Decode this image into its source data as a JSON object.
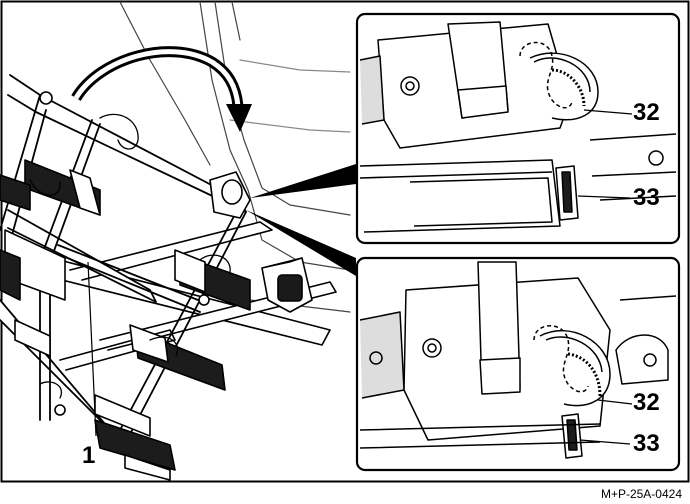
{
  "figure": {
    "callouts": {
      "main_part": "1",
      "top_inset_a": "32",
      "top_inset_b": "33",
      "bottom_inset_a": "32",
      "bottom_inset_b": "33"
    },
    "figure_code": "M+P-25A-0424"
  },
  "icons": {
    "rotation_arrow": "curved-rotation-arrow-icon"
  }
}
